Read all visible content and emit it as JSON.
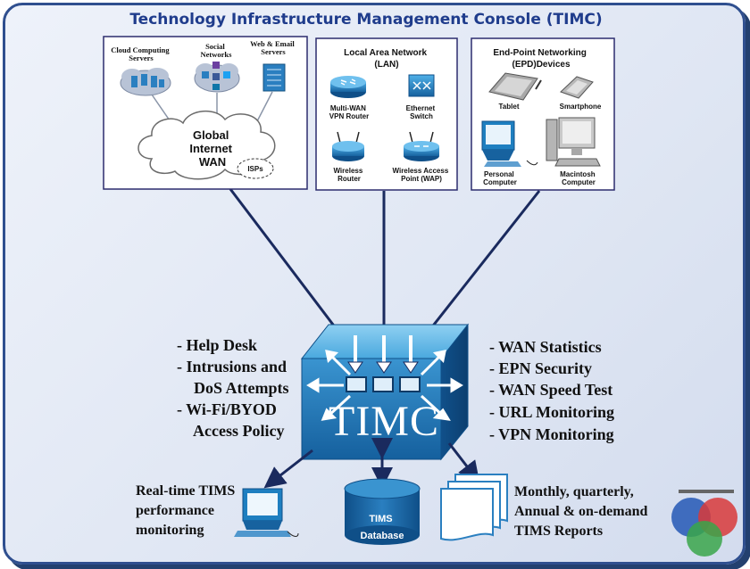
{
  "title": "Technology Infrastructure Management Console (TIMC)",
  "panels": {
    "wan": {
      "cloud_servers": [
        "Cloud Computing",
        "Servers"
      ],
      "social": [
        "Social",
        "Networks"
      ],
      "web_email": [
        "Web & Email",
        "Servers"
      ],
      "global": [
        "Global",
        "Internet",
        "WAN"
      ],
      "isps": "ISPs"
    },
    "lan": {
      "header": [
        "Local Area Network",
        "(LAN)"
      ],
      "vpn_router": [
        "Multi-WAN",
        "VPN Router"
      ],
      "ethernet_switch": [
        "Ethernet",
        "Switch"
      ],
      "wireless_router": [
        "Wireless",
        "Router"
      ],
      "wap": [
        "Wireless Access",
        "Point (WAP)"
      ]
    },
    "epd": {
      "header": [
        "End-Point Networking",
        "(EPD)Devices"
      ],
      "tablet": "Tablet",
      "smartphone": "Smartphone",
      "pc": [
        "Personal",
        "Computer"
      ],
      "mac": [
        "Macintosh",
        "Computer"
      ]
    }
  },
  "center_label": "TIMC",
  "left_list": [
    "- Help Desk",
    "- Intrusions and",
    "  DoS Attempts",
    "- Wi-Fi/BYOD",
    "  Access Policy"
  ],
  "right_list": [
    "- WAN Statistics",
    "- EPN Security",
    "- WAN Speed Test",
    "- URL Monitoring",
    "- VPN Monitoring"
  ],
  "outputs": {
    "monitoring": [
      "Real-time TIMS",
      "performance",
      "monitoring"
    ],
    "database": [
      "TIMS",
      "Database"
    ],
    "reports": [
      "Monthly, quarterly,",
      "Annual & on-demand",
      "TIMS Reports"
    ]
  },
  "colors": {
    "title": "#1f3c8c",
    "frame_border": "#2f4f8f",
    "box_blue": "#1f74b8",
    "device_blue": "#1e7fc0",
    "line_navy": "#1a2a5e"
  }
}
